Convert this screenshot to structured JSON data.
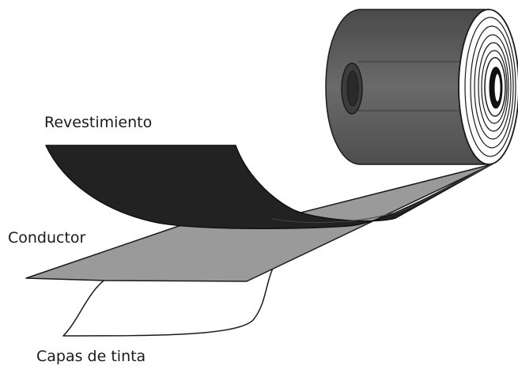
{
  "labels": {
    "coating": "Revestimiento",
    "conductor": "Conductor",
    "ink_layers": "Capas de tinta"
  },
  "colors": {
    "roll_body": "#5a5a5a",
    "coating_layer": "#222222",
    "conductor_layer": "#9a9a9a",
    "ink_layer": "#ffffff",
    "outline": "#1a1a1a"
  }
}
